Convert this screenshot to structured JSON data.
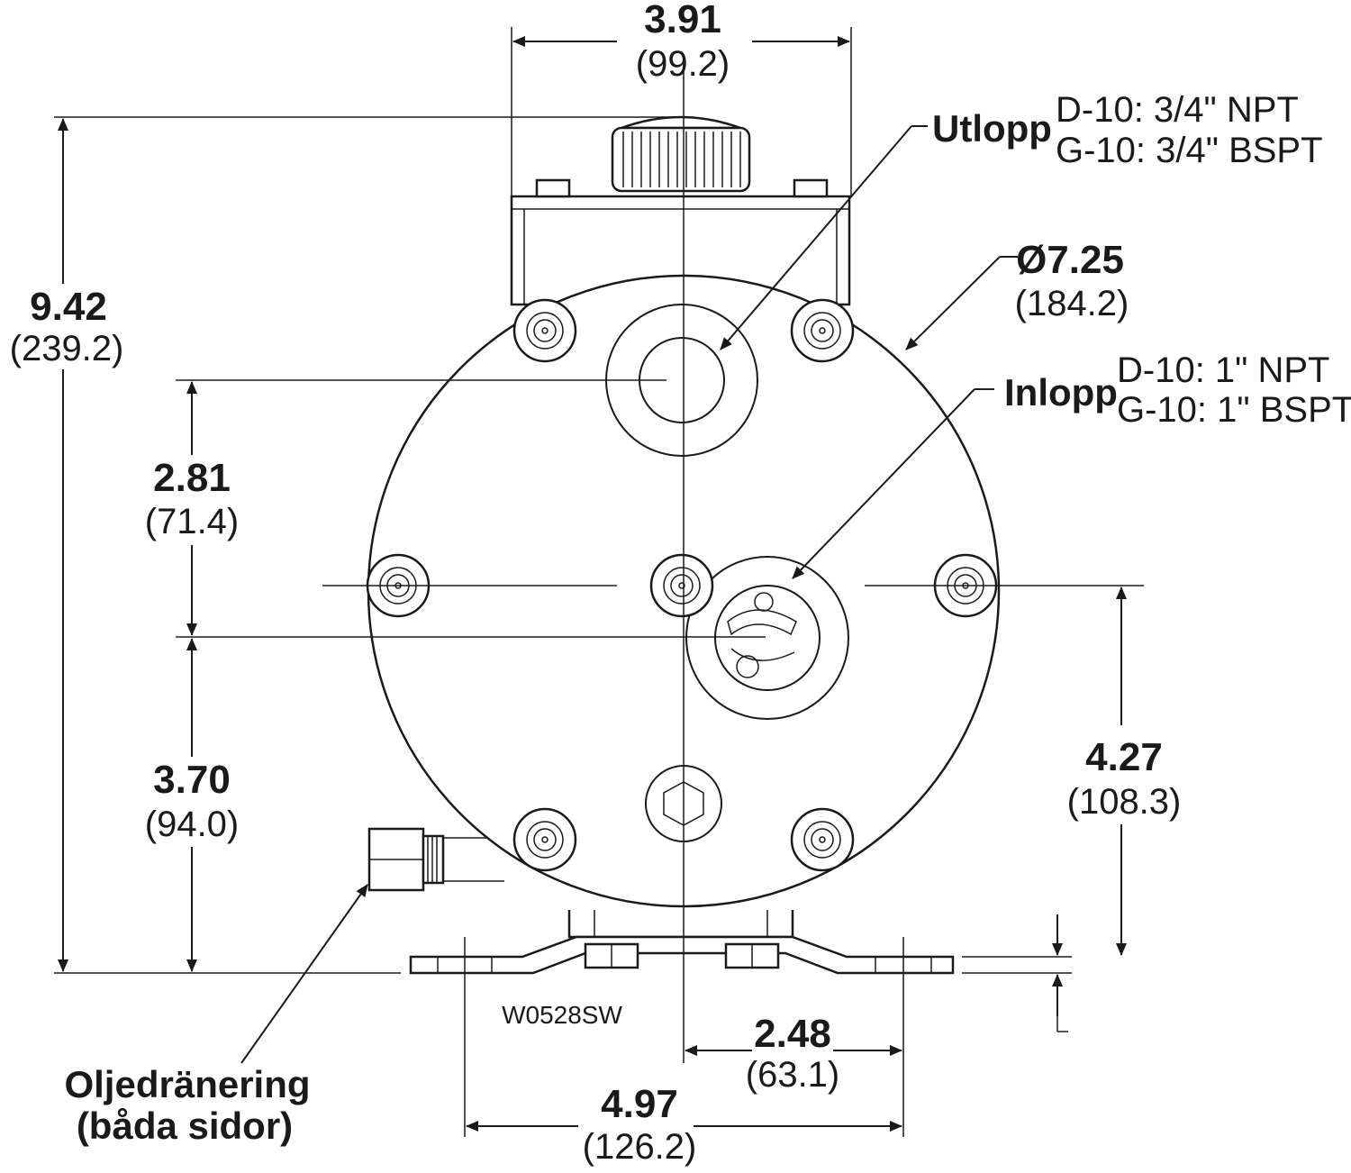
{
  "drawing": {
    "code": "W0528SW",
    "dimensions": {
      "width_top": {
        "inch": "3.91",
        "mm": "(99.2)"
      },
      "height_total": {
        "inch": "9.42",
        "mm": "(239.2)"
      },
      "diameter": {
        "inch": "Ø7.25",
        "mm": "(184.2)"
      },
      "outlet_to_center": {
        "inch": "2.81",
        "mm": "(71.4)"
      },
      "center_to_base": {
        "inch": "3.70",
        "mm": "(94.0)"
      },
      "inlet_height": {
        "inch": "4.27",
        "mm": "(108.3)"
      },
      "foot_half": {
        "inch": "2.48",
        "mm": "(63.1)"
      },
      "foot_span": {
        "inch": "4.97",
        "mm": "(126.2)"
      }
    },
    "outlet": {
      "label": "Utlopp",
      "spec_1": "D-10: 3/4\" NPT",
      "spec_2": "G-10: 3/4\" BSPT"
    },
    "inlet": {
      "label": "Inlopp",
      "spec_1": "D-10: 1\" NPT",
      "spec_2": "G-10: 1\" BSPT"
    },
    "drain": {
      "line_1": "Oljedränering",
      "line_2": "(båda sidor)"
    }
  }
}
